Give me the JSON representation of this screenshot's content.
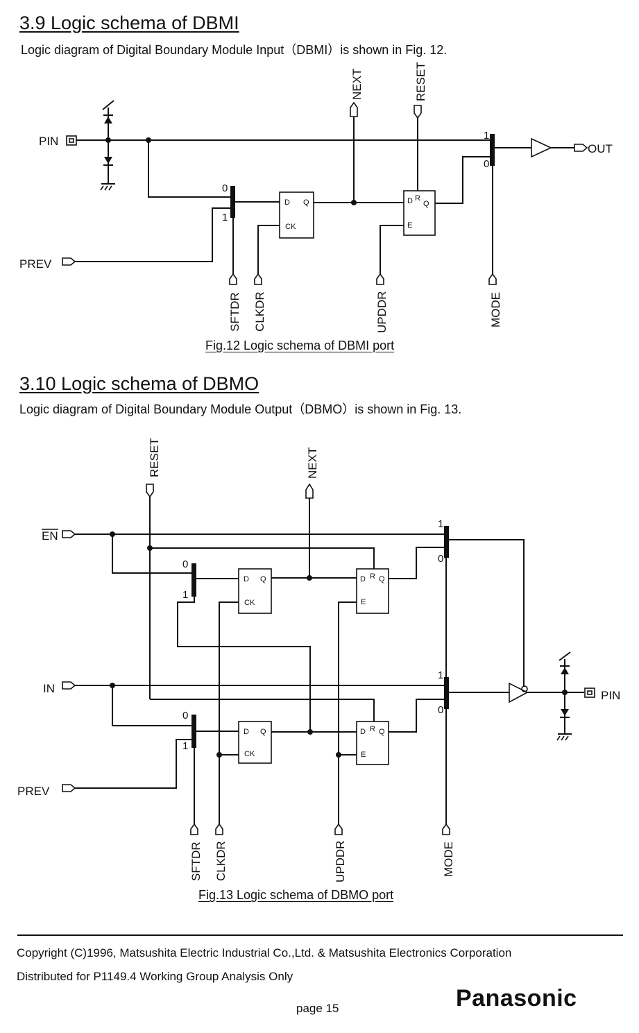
{
  "section1": {
    "heading": "3.9 Logic schema of DBMI",
    "intro": "Logic diagram of    Digital Boundary Module Input（DBMI）is shown in Fig. 12.",
    "caption": "Fig.12      Logic schema of DBMI port"
  },
  "section2": {
    "heading": "3.10 Logic schema of DBMO",
    "intro": "Logic diagram of    Digital Boundary Module Output（DBMO）is shown in Fig. 13.",
    "caption": "Fig.13      Logic schema of DBMO port"
  },
  "fig12": {
    "pin": "PIN",
    "prev": "PREV",
    "out": "OUT",
    "next": "NEXT",
    "reset": "RESET",
    "sftdr": "SFTDR",
    "clkdr": "CLKDR",
    "upddr": "UPDDR",
    "mode": "MODE",
    "ff_d": "D",
    "ff_q": "Q",
    "ff_ck": "CK",
    "ff_r": "R",
    "ff_e": "E",
    "sel0": "0",
    "sel1": "1"
  },
  "fig13": {
    "en": "EN",
    "in": "IN",
    "prev": "PREV",
    "pin": "PIN",
    "next": "NEXT",
    "reset": "RESET",
    "sftdr": "SFTDR",
    "clkdr": "CLKDR",
    "upddr": "UPDDR",
    "mode": "MODE",
    "ff_d": "D",
    "ff_q": "Q",
    "ff_ck": "CK",
    "ff_r": "R",
    "ff_e": "E",
    "sel0": "0",
    "sel1": "1"
  },
  "footer": {
    "copyright": "Copyright (C)1996, Matsushita Electric Industrial Co.,Ltd. &   Matsushita Electronics Corporation",
    "distributed": "Distributed for P1149.4 Working Group Analysis Only",
    "page": "page 15",
    "logo": "Panasonic"
  }
}
